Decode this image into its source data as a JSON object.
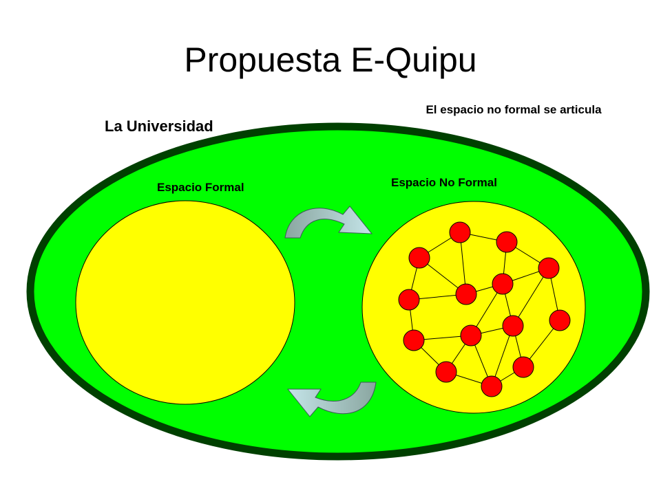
{
  "slide": {
    "title": "Propuesta E-Quipu"
  },
  "labels": {
    "university": "La Universidad",
    "formal_space": "Espacio Formal",
    "nonformal_space": "Espacio No Formal",
    "articulation_note": "El espacio no formal se articula"
  },
  "colors": {
    "university_fill": "#00ff00",
    "university_border": "#004000",
    "space_fill": "#ffff00",
    "node_fill": "#ff0000",
    "arrow_fill": "#90b8b0"
  }
}
